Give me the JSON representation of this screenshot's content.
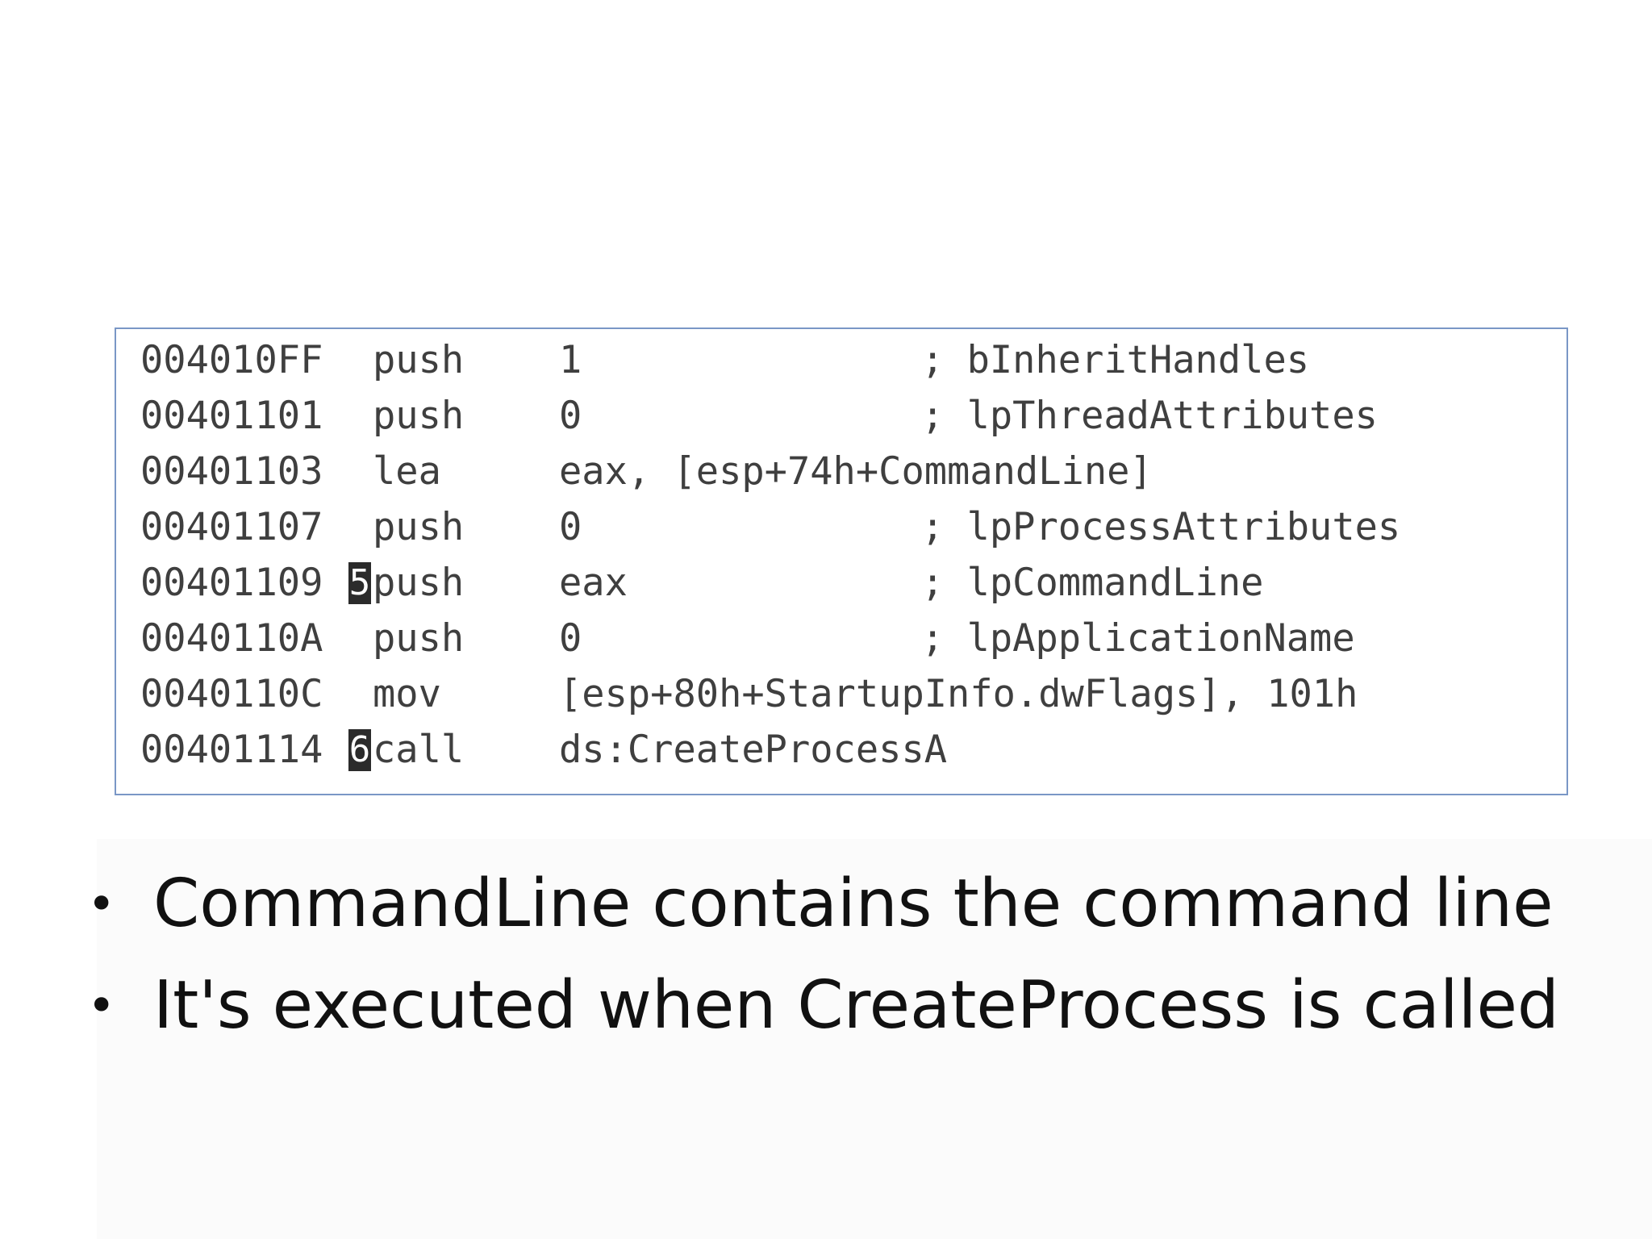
{
  "code_listing": [
    {
      "address": "004010FF",
      "marker": "",
      "mnemonic": "push",
      "operands": "1",
      "comment": "; bInheritHandles"
    },
    {
      "address": "00401101",
      "marker": "",
      "mnemonic": "push",
      "operands": "0",
      "comment": "; lpThreadAttributes"
    },
    {
      "address": "00401103",
      "marker": "",
      "mnemonic": "lea",
      "operands": "eax, [esp+74h+CommandLine]",
      "comment": ""
    },
    {
      "address": "00401107",
      "marker": "",
      "mnemonic": "push",
      "operands": "0",
      "comment": "; lpProcessAttributes"
    },
    {
      "address": "00401109",
      "marker": "5",
      "mnemonic": "push",
      "operands": "eax",
      "comment": "; lpCommandLine"
    },
    {
      "address": "0040110A",
      "marker": "",
      "mnemonic": "push",
      "operands": "0",
      "comment": "; lpApplicationName"
    },
    {
      "address": "0040110C",
      "marker": "",
      "mnemonic": "mov",
      "operands": "[esp+80h+StartupInfo.dwFlags], 101h",
      "comment": ""
    },
    {
      "address": "00401114",
      "marker": "6",
      "mnemonic": "call",
      "operands": "ds:CreateProcessA",
      "comment": ""
    }
  ],
  "bullets": [
    "CommandLine contains the command line",
    "It's executed when CreateProcess is called"
  ],
  "bullet_symbol": "•",
  "colors": {
    "code_border": "#7a97c6",
    "code_text": "#3f3f3f",
    "marker_bg": "#2b2b2b",
    "bullet_text": "#111111"
  }
}
